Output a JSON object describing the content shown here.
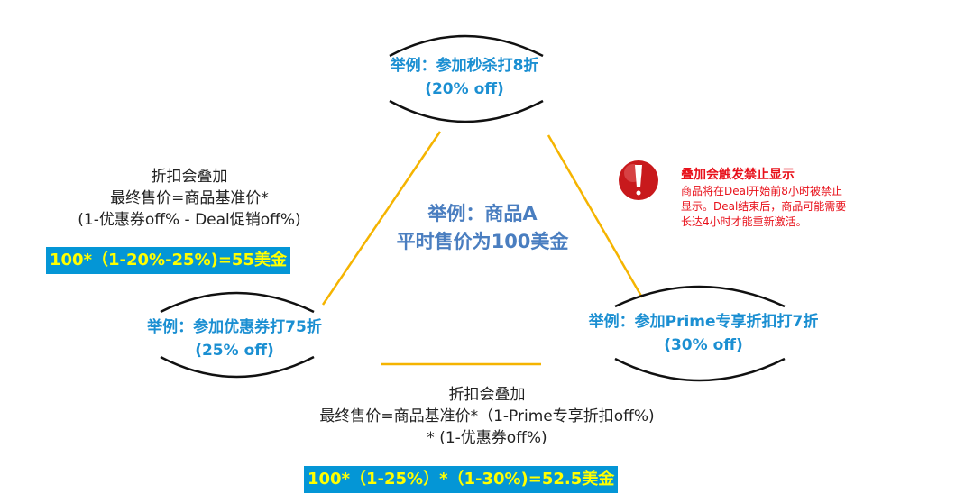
{
  "center": {
    "line1": "举例：商品A",
    "line2": "平时售价为100美金"
  },
  "nodes": {
    "flash_sale": {
      "line1": "举例：参加秒杀打8折",
      "line2": "(20% off)"
    },
    "coupon": {
      "line1": "举例：参加优惠券打75折",
      "line2": "(25% off)"
    },
    "prime": {
      "line1": "举例：参加Prime专享折扣打7折",
      "line2": "(30% off)"
    }
  },
  "left_formula": {
    "line1": "折扣会叠加",
    "line2": "最终售价=商品基准价*",
    "line3": "(1-优惠券off%  - Deal促销off%)",
    "result": "100*（1-20%-25%)=55美金"
  },
  "bottom_formula": {
    "line1": "折扣会叠加",
    "line2": "最终售价=商品基准价*（1-Prime专享折扣off%)",
    "line3": "* (1-优惠券off%)",
    "result": "100*（1-25%）*（1-30%)=52.5美金"
  },
  "warning": {
    "title": "叠加会触发禁止显示",
    "line1": "商品将在Deal开始前8小时被禁止",
    "line2": "显示。Deal结束后，商品可能需要",
    "line3": "长达4小时才能重新激活。",
    "icon": "exclamation-icon"
  },
  "colors": {
    "node_text": "#1b8fd2",
    "connector": "#f5b400",
    "highlight_bg": "#0496d6",
    "highlight_text": "#ffff00",
    "warning": "#e8101a"
  }
}
